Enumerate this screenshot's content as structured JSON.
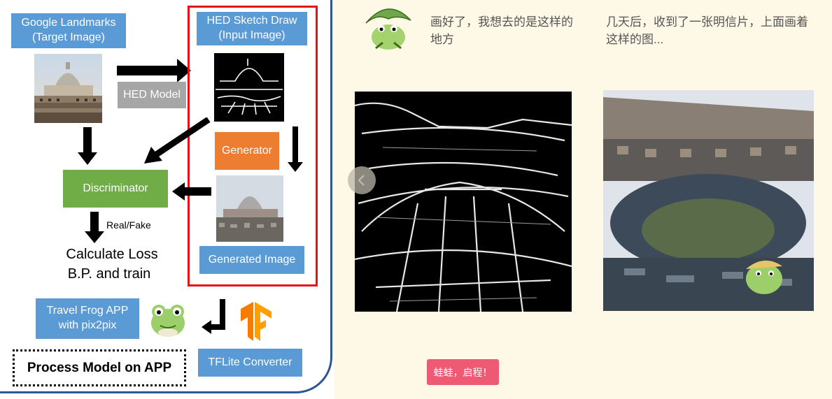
{
  "diagram": {
    "google_landmarks": "Google Landmarks\n(Target Image)",
    "hed_sketch_draw": "HED Sketch Draw\n(Input Image)",
    "hed_model": "HED Model",
    "generator": "Generator",
    "discriminator": "Discriminator",
    "real_fake": "Real/Fake",
    "calculate_loss": "Calculate Loss",
    "bp_train": "B.P. and train",
    "generated_image": "Generated Image",
    "travel_frog_app": "Travel Frog APP\nwith pix2pix",
    "tflite_converter": "TFLite Converter",
    "process_model": "Process Model on APP"
  },
  "app": {
    "caption_left": "画好了，我想去的是这样的地方",
    "caption_right": "几天后，收到了一张明信片，上面画着这样的图...",
    "start_button": "蛙蛙，启程！",
    "nav_prev_icon": "chevron-left-icon"
  },
  "colors": {
    "blue": "#5b9bd5",
    "gray": "#a6a6a6",
    "orange": "#ed7d31",
    "green": "#70ad47",
    "red_frame": "#e3131c",
    "panel_border": "#2f5597",
    "right_bg": "#fef8e6",
    "start_button": "#ee5a73"
  }
}
